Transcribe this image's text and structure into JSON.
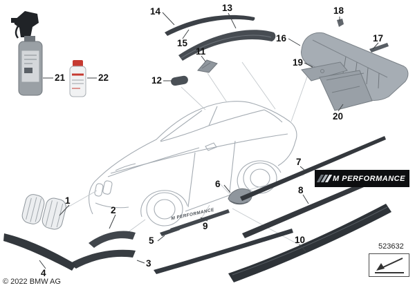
{
  "meta": {
    "copyright": "© 2022 BMW AG",
    "diagram_number": "523632"
  },
  "labels": {
    "m_performance_badge": "M PERFORMANCE",
    "m_performance_sill": "M PERFORMANCE"
  },
  "callouts": [
    {
      "num": "1"
    },
    {
      "num": "2"
    },
    {
      "num": "3"
    },
    {
      "num": "4"
    },
    {
      "num": "5"
    },
    {
      "num": "6"
    },
    {
      "num": "7"
    },
    {
      "num": "8"
    },
    {
      "num": "9"
    },
    {
      "num": "10"
    },
    {
      "num": "11"
    },
    {
      "num": "12"
    },
    {
      "num": "13"
    },
    {
      "num": "14"
    },
    {
      "num": "15"
    },
    {
      "num": "16"
    },
    {
      "num": "17"
    },
    {
      "num": "18"
    },
    {
      "num": "19"
    },
    {
      "num": "20"
    },
    {
      "num": "21"
    },
    {
      "num": "22"
    }
  ]
}
